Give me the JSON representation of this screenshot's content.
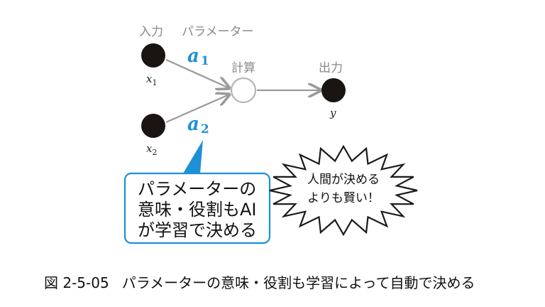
{
  "labels": {
    "input": "入力",
    "parameter": "パラメーター",
    "compute": "計算",
    "output": "出力"
  },
  "variables": {
    "x1": {
      "base": "x",
      "sub": "1"
    },
    "x2": {
      "base": "x",
      "sub": "2"
    },
    "y": "y"
  },
  "parameters": {
    "a1": {
      "base": "a",
      "sub": "1"
    },
    "a2": {
      "base": "a",
      "sub": "2"
    }
  },
  "callout": {
    "lines": [
      "パラメーターの",
      "意味・役割もAI",
      "が学習で決める"
    ]
  },
  "burst": {
    "lines": [
      "人間が決める",
      "よりも賢い！"
    ]
  },
  "caption": {
    "figure_number": "図 2-5-05",
    "text": "パラメーターの意味・役割も学習によって自動で決める"
  },
  "colors": {
    "node": "#1a1412",
    "param_blue": "#1e90d6",
    "arrow_gray": "#9a9a9a",
    "label_gray": "#8a8a8a"
  }
}
